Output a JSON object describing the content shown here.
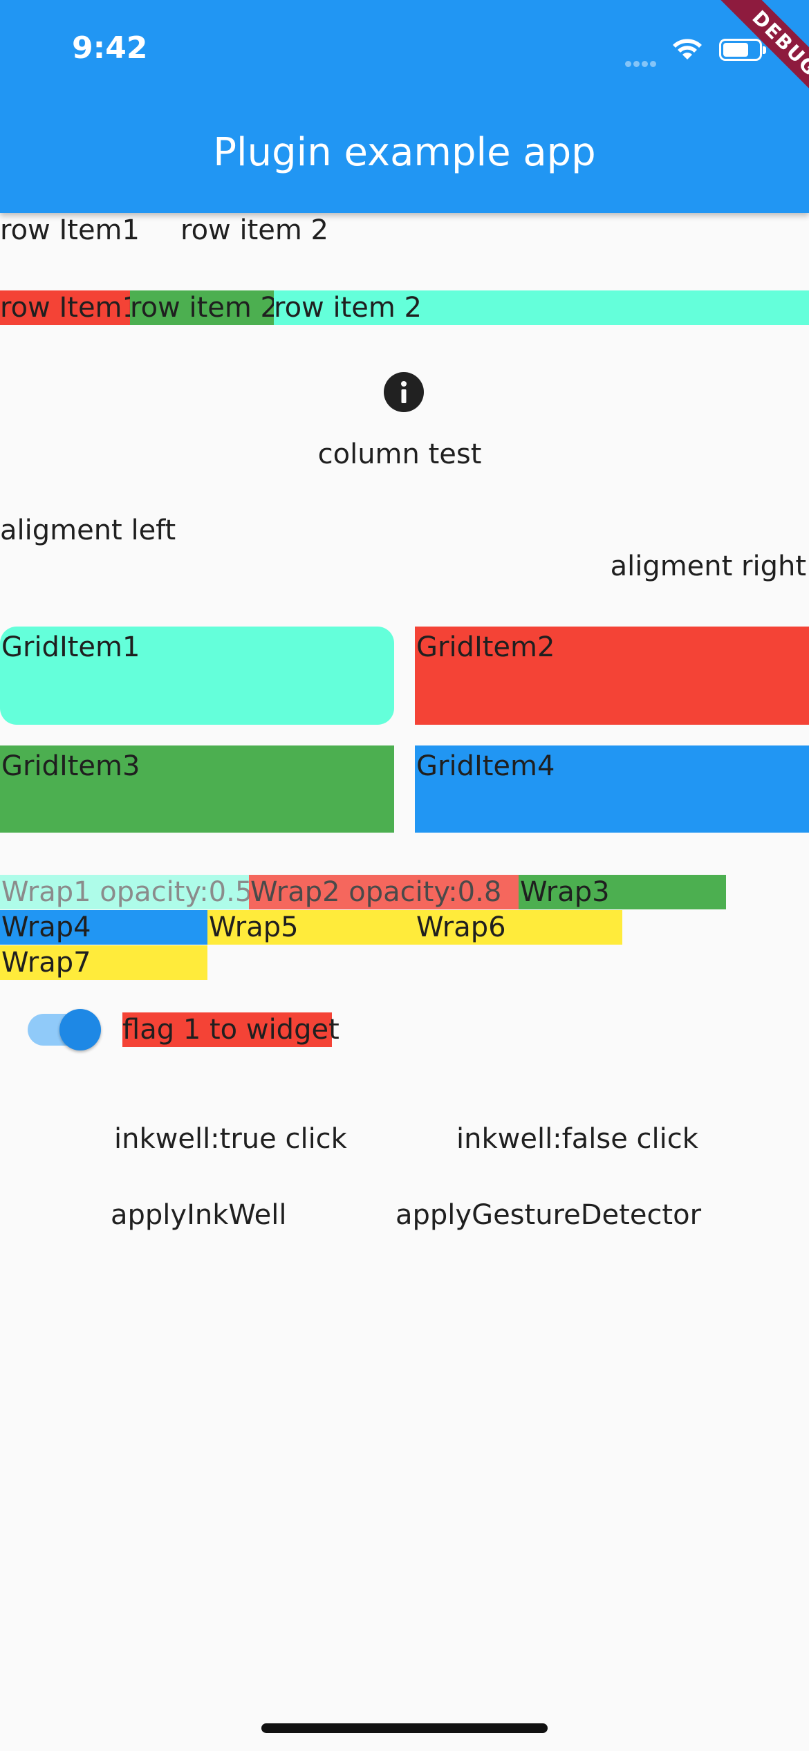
{
  "status_bar": {
    "time": "9:42"
  },
  "app_bar": {
    "title": "Plugin example app",
    "debug_banner": "DEBUG",
    "color": "#2196f3"
  },
  "row_plain": {
    "item1": "row Item1",
    "item2": "row item 2"
  },
  "row_colored": {
    "item1": "row Item1",
    "item2": "row item 2",
    "item3": "row item 2"
  },
  "column": {
    "icon": "info-icon",
    "label": "column test"
  },
  "alignment": {
    "left": "aligment left",
    "right": "aligment right"
  },
  "grid": {
    "items": [
      "GridItem1",
      "GridItem2",
      "GridItem3",
      "GridItem4"
    ],
    "colors": [
      "#64ffda",
      "#f44336",
      "#4caf50",
      "#2196f3"
    ]
  },
  "wrap": {
    "items": [
      {
        "label": "Wrap1 opacity:0.5",
        "color": "#64ffda",
        "opacity": 0.5
      },
      {
        "label": "Wrap2 opacity:0.8",
        "color": "#f44336",
        "opacity": 0.8
      },
      {
        "label": "Wrap3",
        "color": "#4caf50"
      },
      {
        "label": "Wrap4",
        "color": "#2196f3"
      },
      {
        "label": "Wrap5",
        "color": "#ffeb3b"
      },
      {
        "label": "Wrap6",
        "color": "#ffeb3b"
      },
      {
        "label": "Wrap7",
        "color": "#ffeb3b"
      }
    ]
  },
  "flag": {
    "switch_on": true,
    "label": "flag 1 to widget"
  },
  "buttons": {
    "inkwell_true": "inkwell:true click",
    "inkwell_false": "inkwell:false click",
    "apply_inkwell": "applyInkWell",
    "apply_gesture": "applyGestureDetector"
  }
}
